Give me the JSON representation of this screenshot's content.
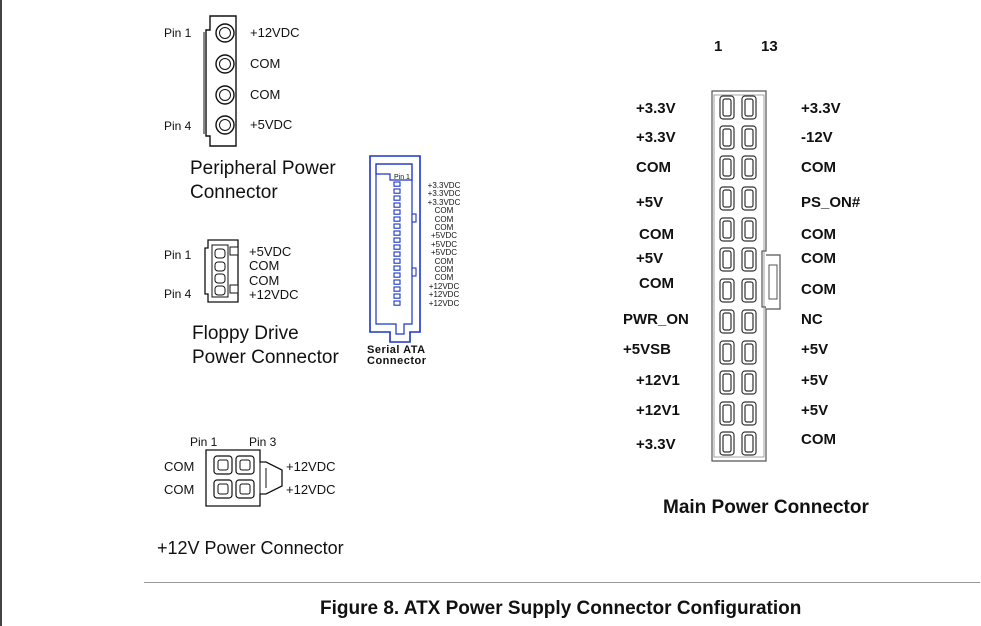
{
  "peripheral": {
    "pin1": "Pin 1",
    "pin4": "Pin 4",
    "pins": [
      "+12VDC",
      "COM",
      "COM",
      "+5VDC"
    ],
    "title": [
      "Peripheral Power",
      "Connector"
    ]
  },
  "floppy": {
    "pin1": "Pin 1",
    "pin4": "Pin 4",
    "pins": [
      "+5VDC",
      "COM",
      "COM",
      "+12VDC"
    ],
    "title": [
      "Floppy Drive",
      "Power Connector"
    ]
  },
  "sata": {
    "pin1": "Pin 1",
    "pins": [
      "+3.3VDC",
      "+3.3VDC",
      "+3.3VDC",
      "COM",
      "COM",
      "COM",
      "+5VDC",
      "+5VDC",
      "+5VDC",
      "COM",
      "COM",
      "COM",
      "+12VDC",
      "+12VDC",
      "+12VDC"
    ],
    "title": [
      "Serial ATA",
      "Connector"
    ]
  },
  "twelve_v": {
    "pin1": "Pin 1",
    "pin3": "Pin 3",
    "left": [
      "COM",
      "COM"
    ],
    "right": [
      "+12VDC",
      "+12VDC"
    ],
    "title": "+12V Power Connector"
  },
  "main": {
    "col1": "1",
    "col13": "13",
    "left": [
      "+3.3V",
      "+3.3V",
      "COM",
      "+5V",
      "COM",
      "+5V",
      "COM",
      "PWR_ON",
      "+5VSB",
      "+12V1",
      "+12V1",
      "+3.3V"
    ],
    "right": [
      "+3.3V",
      "-12V",
      "COM",
      "PS_ON#",
      "COM",
      "COM",
      "COM",
      "NC",
      "+5V",
      "+5V",
      "+5V",
      "COM"
    ],
    "title": "Main Power Connector"
  },
  "caption": "Figure 8.  ATX Power Supply Connector Configuration"
}
